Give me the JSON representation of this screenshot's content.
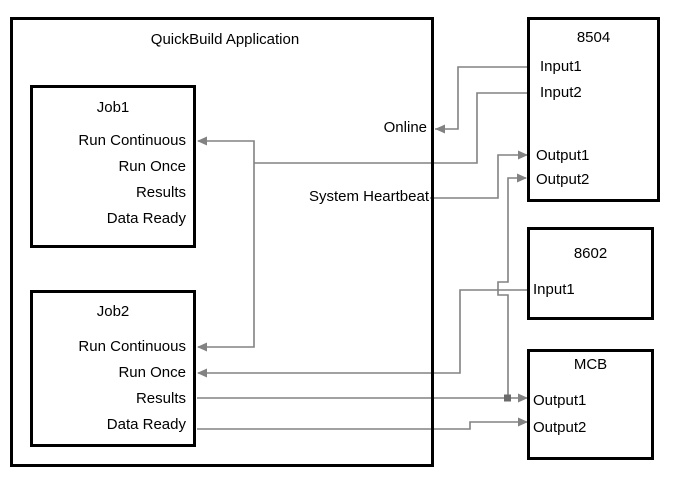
{
  "app": {
    "title": "QuickBuild Application",
    "online_label": "Online",
    "heartbeat_label": "System Heartbeat"
  },
  "job1": {
    "title": "Job1",
    "items": [
      "Run Continuous",
      "Run Once",
      "Results",
      "Data Ready"
    ]
  },
  "job2": {
    "title": "Job2",
    "items": [
      "Run Continuous",
      "Run Once",
      "Results",
      "Data Ready"
    ]
  },
  "device_8504": {
    "title": "8504",
    "input1": "Input1",
    "input2": "Input2",
    "output1": "Output1",
    "output2": "Output2"
  },
  "device_8602": {
    "title": "8602",
    "input1": "Input1"
  },
  "device_mcb": {
    "title": "MCB",
    "output1": "Output1",
    "output2": "Output2"
  },
  "colors": {
    "wire": "#828282",
    "border": "#000000",
    "background": "#ffffff"
  }
}
